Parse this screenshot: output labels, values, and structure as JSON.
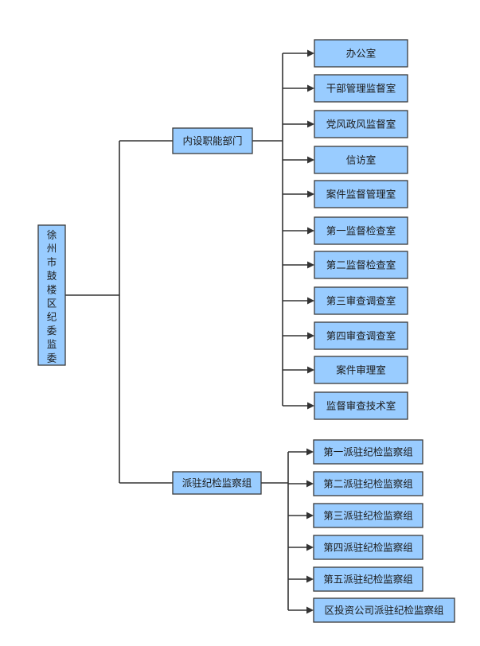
{
  "root": {
    "label": "徐州市鼓楼区纪委监委",
    "chars": [
      "徐",
      "州",
      "市",
      "鼓",
      "楼",
      "区",
      "纪",
      "委",
      "监",
      "委"
    ]
  },
  "groups": [
    {
      "label": "内设职能部门",
      "children": [
        "办公室",
        "干部管理监督室",
        "党风政风监督室",
        "信访室",
        "案件监督管理室",
        "第一监督检查室",
        "第二监督检查室",
        "第三审查调查室",
        "第四审查调查室",
        "案件审理室",
        "监督审查技术室"
      ]
    },
    {
      "label": "派驻纪检监察组",
      "children": [
        "第一派驻纪检监察组",
        "第二派驻纪检监察组",
        "第三派驻纪检监察组",
        "第四派驻纪检监察组",
        "第五派驻纪检监察组",
        "区投资公司派驻纪检监察组"
      ]
    }
  ]
}
